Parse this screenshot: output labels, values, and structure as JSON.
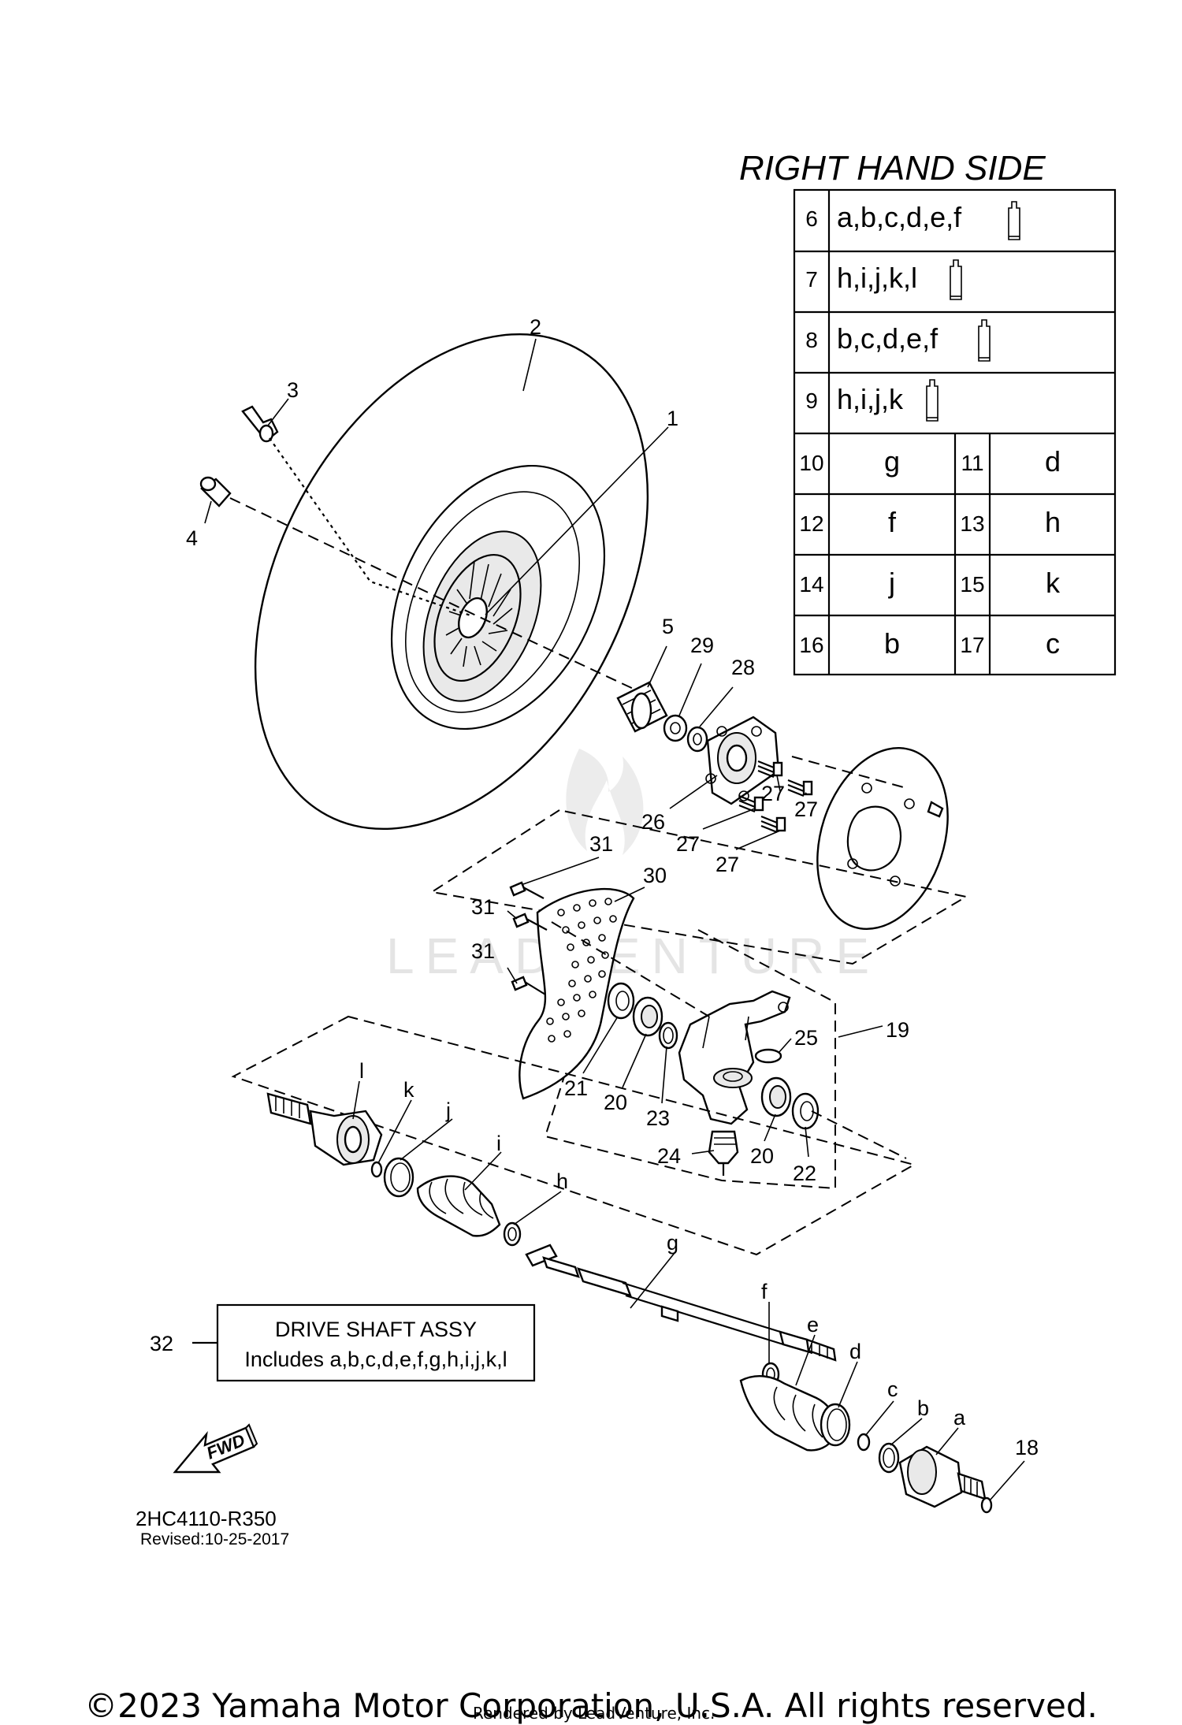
{
  "title": "RIGHT HAND SIDE",
  "table": {
    "wide_rows": [
      {
        "num": "6",
        "value": "a,b,c,d,e,f"
      },
      {
        "num": "7",
        "value": "h,i,j,k,l"
      },
      {
        "num": "8",
        "value": "b,c,d,e,f"
      },
      {
        "num": "9",
        "value": "h,i,j,k"
      }
    ],
    "pair_rows": [
      {
        "n1": "10",
        "v1": "g",
        "n2": "11",
        "v2": "d"
      },
      {
        "n1": "12",
        "v1": "f",
        "n2": "13",
        "v2": "h"
      },
      {
        "n1": "14",
        "v1": "j",
        "n2": "15",
        "v2": "k"
      },
      {
        "n1": "16",
        "v1": "b",
        "n2": "17",
        "v2": "c"
      }
    ]
  },
  "callouts": {
    "c1": "1",
    "c2": "2",
    "c3": "3",
    "c4": "4",
    "c5": "5",
    "c18": "18",
    "c19": "19",
    "c20a": "20",
    "c20b": "20",
    "c21": "21",
    "c22": "22",
    "c23": "23",
    "c24": "24",
    "c25": "25",
    "c26": "26",
    "c27a": "27",
    "c27b": "27",
    "c27c": "27",
    "c27d": "27",
    "c28": "28",
    "c29": "29",
    "c30": "30",
    "c31a": "31",
    "c31b": "31",
    "c31c": "31",
    "c32": "32",
    "ca": "a",
    "cb": "b",
    "cc": "c",
    "cd": "d",
    "ce": "e",
    "cf": "f",
    "cg": "g",
    "ch": "h",
    "ci": "i",
    "cj": "j",
    "ck": "k",
    "cl": "l"
  },
  "assy_box": {
    "line1": "DRIVE SHAFT ASSY",
    "line2": "Includes a,b,c,d,e,f,g,h,i,j,k,l"
  },
  "fwd_label": "FWD",
  "diagram_code": "2HC4110-R350",
  "revised": "Revised:10-25-2017",
  "watermark": "LEADVENTURE",
  "copyright": "©2023 Yamaha Motor Corporation, U.S.A. All rights reserved.",
  "rendered_by": "Rendered by LeadVenture, Inc."
}
